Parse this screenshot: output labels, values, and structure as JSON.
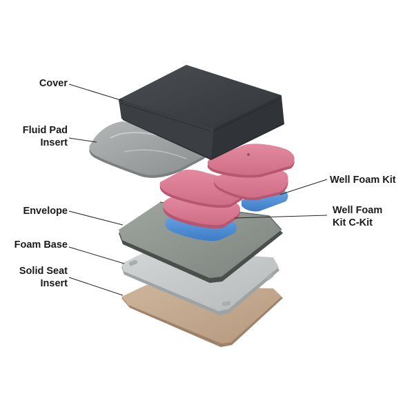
{
  "labels": {
    "cover": "Cover",
    "fluid_pad_insert_line1": "Fluid Pad",
    "fluid_pad_insert_line2": "Insert",
    "envelope": "Envelope",
    "foam_base": "Foam Base",
    "solid_seat_insert_line1": "Solid Seat",
    "solid_seat_insert_line2": "Insert",
    "well_foam_kit": "Well Foam Kit",
    "well_foam_kit_c_kit_line1": "Well Foam",
    "well_foam_kit_c_kit_line2": "Kit C-Kit"
  },
  "colors": {
    "cover": "#3e4246",
    "fluid_pad": "#9ea1a1",
    "envelope": "#8f9590",
    "foam_base": "#c7caca",
    "solid_seat": "#c2a98f",
    "pink_foam": "#d9788f",
    "blue_foam": "#4f8fd6"
  }
}
